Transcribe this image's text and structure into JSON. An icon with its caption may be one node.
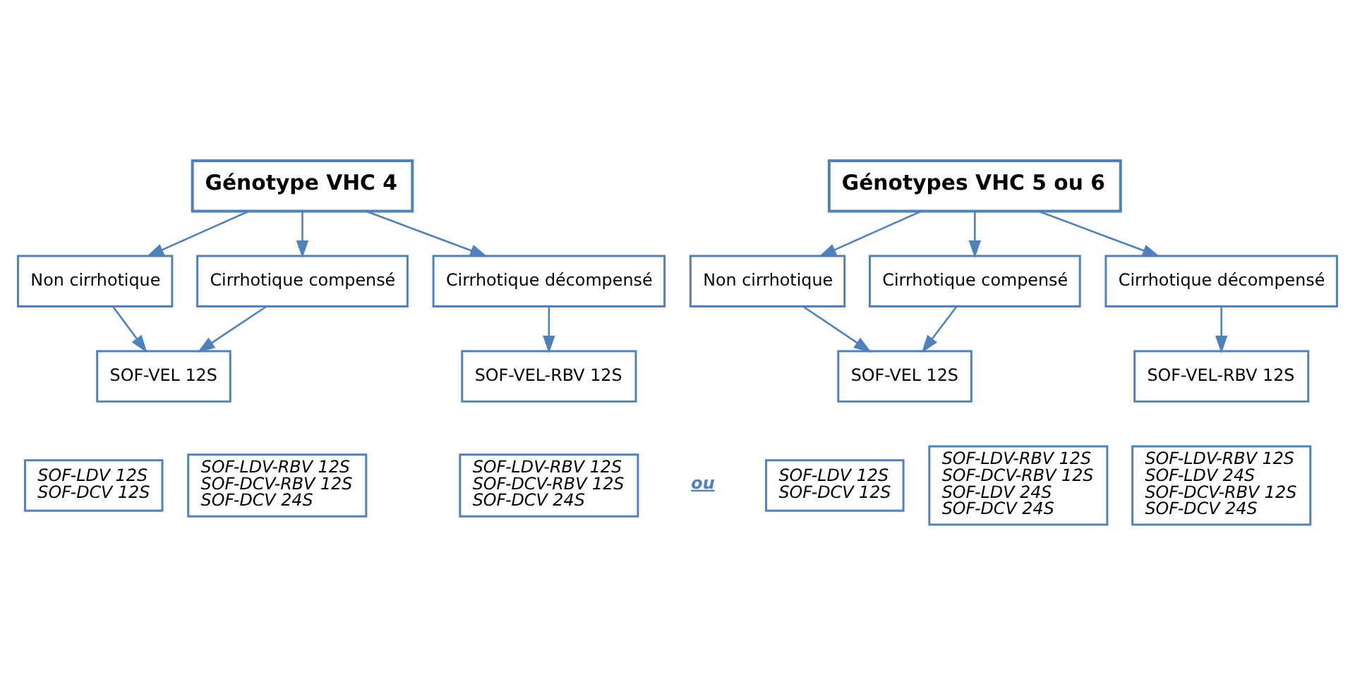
{
  "diagram": {
    "nodes": [
      {
        "text": [
          "Génotype VHC 4"
        ]
      },
      {
        "text": [
          "Non cirrhotique"
        ]
      },
      {
        "text": [
          "Cirrhotique compensé"
        ]
      },
      {
        "text": [
          "Cirrhotique décompensé"
        ]
      },
      {
        "text": [
          "SOF-VEL 12S"
        ]
      },
      {
        "text": [
          "SOF-VEL-RBV 12S"
        ]
      },
      {
        "text": [
          "SOF-LDV 12S",
          "SOF-DCV 12S"
        ]
      },
      {
        "text": [
          "SOF-LDV-RBV 12S",
          "SOF-DCV-RBV 12S",
          "SOF-DCV 24S"
        ]
      },
      {
        "text": [
          "SOF-LDV-RBV 12S",
          "SOF-DCV-RBV 12S",
          "SOF-DCV 24S"
        ]
      },
      {
        "text": [
          "Génotypes VHC 5 ou 6"
        ]
      },
      {
        "text": [
          "Non cirrhotique"
        ]
      },
      {
        "text": [
          "Cirrhotique compensé"
        ]
      },
      {
        "text": [
          "Cirrhotique décompensé"
        ]
      },
      {
        "text": [
          "SOF-VEL 12S"
        ]
      },
      {
        "text": [
          "SOF-VEL-RBV 12S"
        ]
      },
      {
        "text": [
          "SOF-LDV 12S",
          "SOF-DCV 12S"
        ]
      },
      {
        "text": [
          "SOF-LDV-RBV 12S",
          "SOF-DCV-RBV 12S",
          "SOF-LDV 24S",
          "SOF-DCV 24S"
        ]
      },
      {
        "text": [
          "SOF-LDV-RBV 12S",
          "SOF-LDV 24S",
          "SOF-DCV-RBV 12S",
          "SOF-DCV 24S"
        ]
      }
    ],
    "edges": [
      {
        "from": 0,
        "to": 1,
        "arrow": "to"
      },
      {
        "from": 0,
        "to": 2,
        "arrow": "to"
      },
      {
        "from": 0,
        "to": 3,
        "arrow": "to"
      },
      {
        "from": 1,
        "to": 4,
        "arrow": "to"
      },
      {
        "from": 2,
        "to": 4,
        "arrow": "to"
      },
      {
        "from": 3,
        "to": 5,
        "arrow": "to"
      },
      {
        "from": 9,
        "to": 10,
        "arrow": "to"
      },
      {
        "from": 9,
        "to": 11,
        "arrow": "to"
      },
      {
        "from": 9,
        "to": 12,
        "arrow": "to"
      },
      {
        "from": 10,
        "to": 13,
        "arrow": "to"
      },
      {
        "from": 11,
        "to": 13,
        "arrow": "to"
      },
      {
        "from": 12,
        "to": 14,
        "arrow": "to"
      }
    ],
    "labels": [
      "ou"
    ]
  }
}
